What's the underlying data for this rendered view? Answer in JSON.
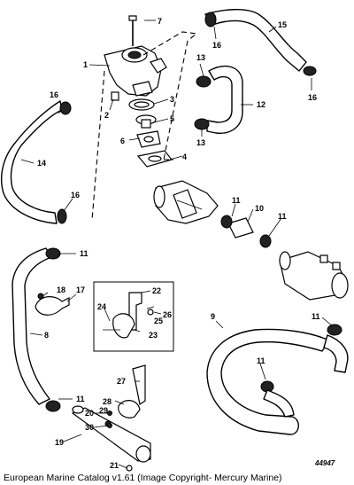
{
  "callouts": [
    "1",
    "2",
    "3",
    "4",
    "5",
    "6",
    "7",
    "8",
    "9",
    "10",
    "11",
    "12",
    "13",
    "14",
    "15",
    "16",
    "17",
    "18",
    "19",
    "20",
    "21",
    "22",
    "23",
    "24",
    "25",
    "26",
    "27",
    "28",
    "29",
    "30"
  ],
  "document_number": "44947",
  "footer": "European Marine Catalog v1.61 (Image Copyright- Mercury Marine)"
}
